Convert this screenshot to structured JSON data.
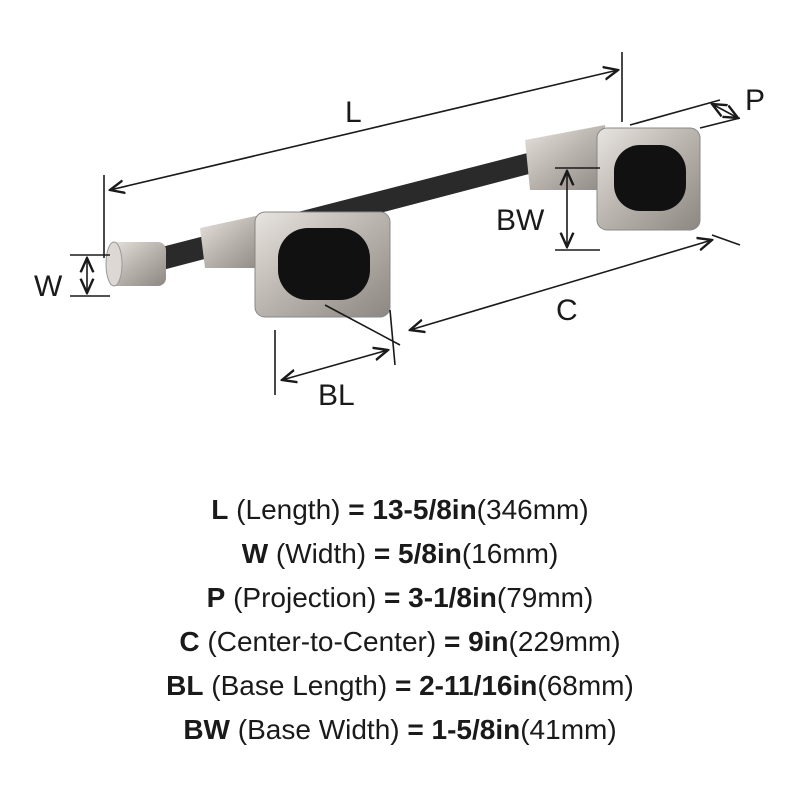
{
  "dimension_labels": {
    "L": "L",
    "W": "W",
    "P": "P",
    "BW": "BW",
    "C": "C",
    "BL": "BL"
  },
  "specs": [
    {
      "code": "L",
      "name": " (Length) ",
      "value": "= 13-5/8in",
      "metric": "(346mm)"
    },
    {
      "code": "W",
      "name": " (Width) ",
      "value": "= 5/8in",
      "metric": "(16mm)"
    },
    {
      "code": "P",
      "name": " (Projection) ",
      "value": "= 3-1/8in",
      "metric": "(79mm)"
    },
    {
      "code": "C",
      "name": " (Center-to-Center) ",
      "value": "= 9in",
      "metric": "(229mm)"
    },
    {
      "code": "BL",
      "name": " (Base Length) ",
      "value": "= 2-11/16in",
      "metric": "(68mm)"
    },
    {
      "code": "BW",
      "name": " (Base Width) ",
      "value": "= 1-5/8in",
      "metric": "(41mm)"
    }
  ],
  "colors": {
    "metal": "#c9c3bd",
    "bar": "#2a2a2a",
    "line": "#1a1a1a"
  }
}
